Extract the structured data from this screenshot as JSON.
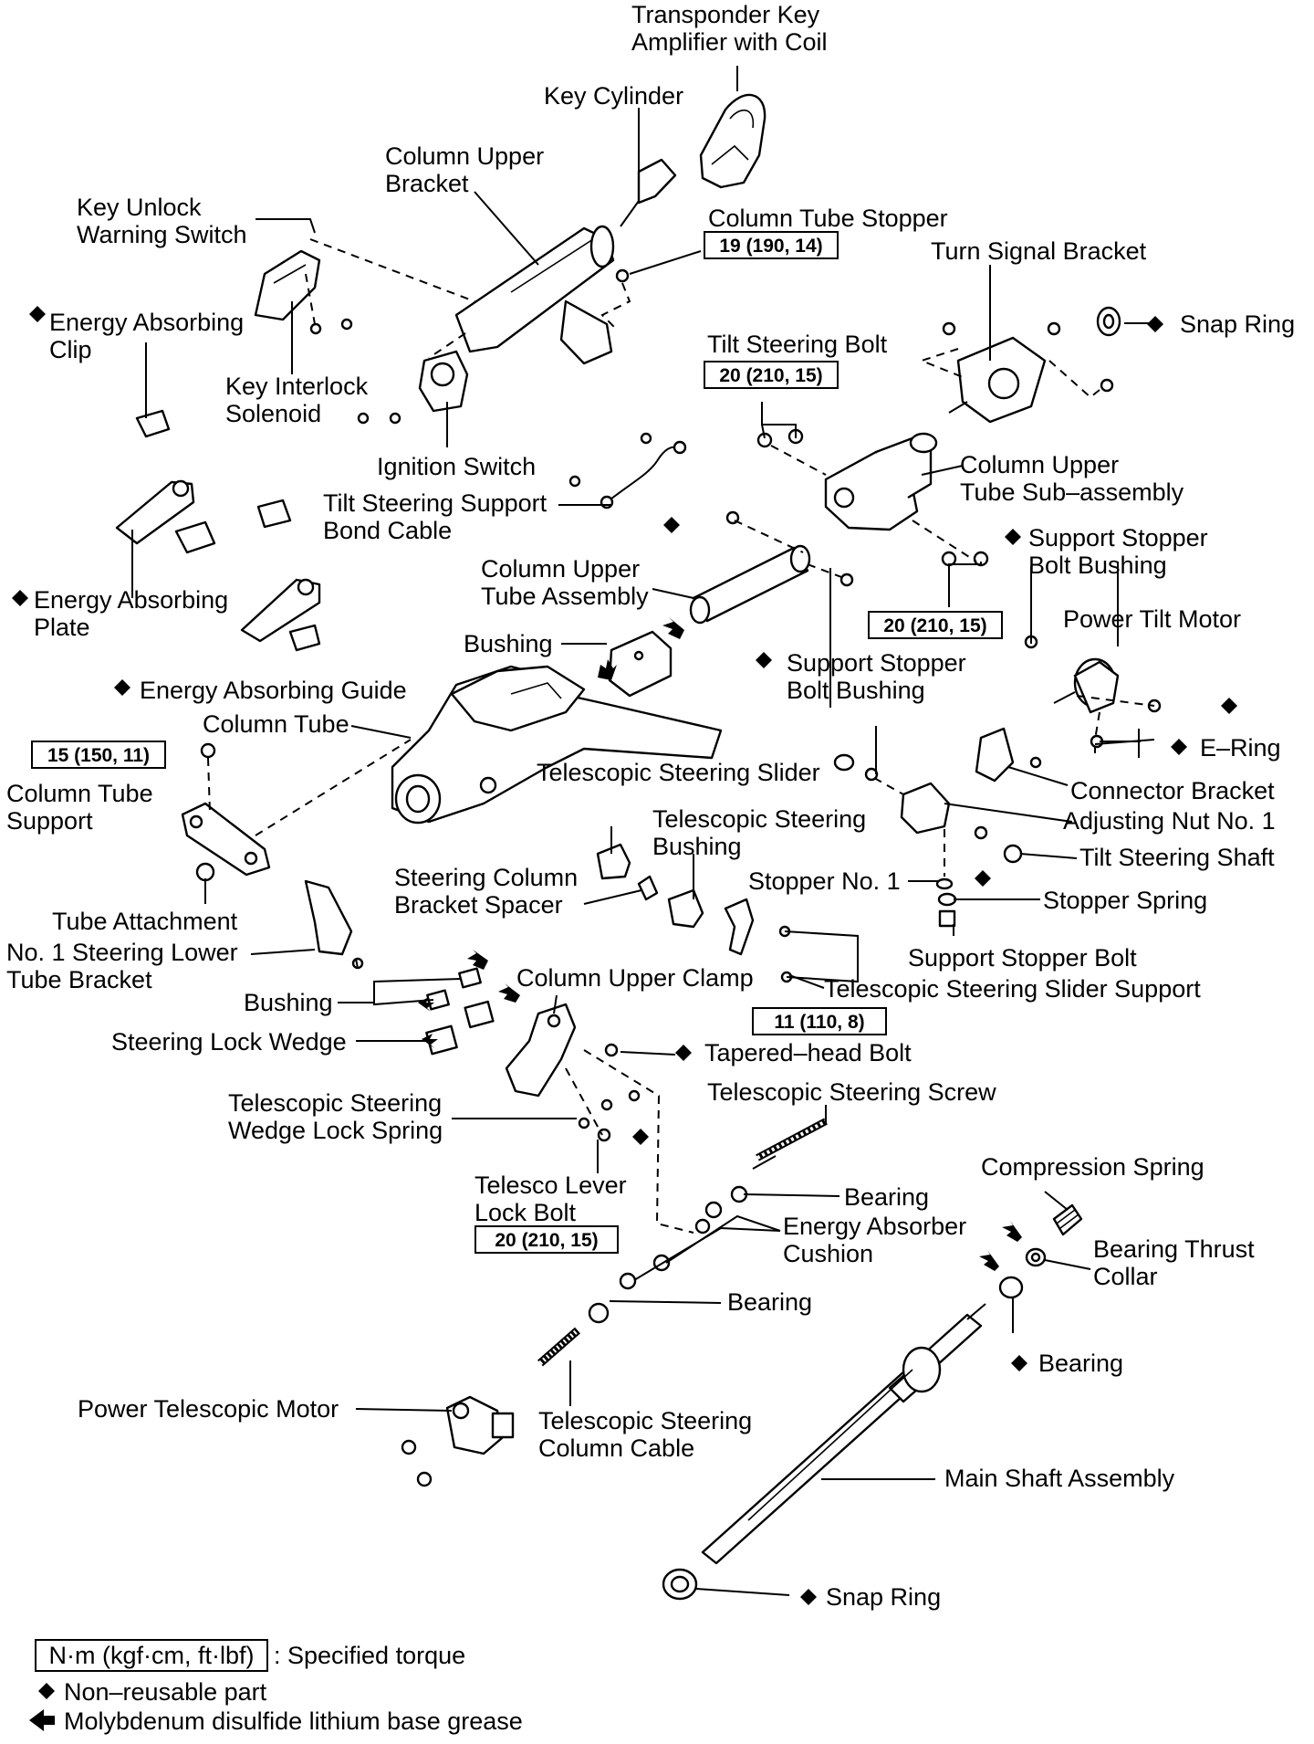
{
  "diagram": {
    "labels": {
      "transponder_key_amplifier": [
        "Transponder Key",
        "Amplifier with Coil"
      ],
      "key_cylinder": [
        "Key Cylinder"
      ],
      "column_upper_bracket": [
        "Column Upper",
        "Bracket"
      ],
      "key_unlock_warning_switch": [
        "Key Unlock",
        "Warning Switch"
      ],
      "column_tube_stopper": [
        "Column Tube Stopper"
      ],
      "turn_signal_bracket": [
        "Turn Signal Bracket"
      ],
      "snap_ring_top": [
        "Snap Ring"
      ],
      "energy_absorbing_clip": [
        "Energy Absorbing",
        "Clip"
      ],
      "key_interlock_solenoid": [
        "Key Interlock",
        "Solenoid"
      ],
      "tilt_steering_bolt": [
        "Tilt Steering Bolt"
      ],
      "ignition_switch": [
        "Ignition Switch"
      ],
      "column_upper_tube_sub_assembly": [
        "Column Upper",
        "Tube Sub–assembly"
      ],
      "tilt_steering_support_bond_cable": [
        "Tilt Steering Support",
        "Bond Cable"
      ],
      "support_stopper_bolt_bushing_right": [
        "Support Stopper",
        "Bolt Bushing"
      ],
      "column_upper_tube_assembly": [
        "Column Upper",
        "Tube Assembly"
      ],
      "energy_absorbing_plate": [
        "Energy Absorbing",
        "Plate"
      ],
      "power_tilt_motor": [
        "Power Tilt Motor"
      ],
      "bushing_upper": [
        "Bushing"
      ],
      "support_stopper_bolt_bushing_mid": [
        "Support Stopper",
        "Bolt Bushing"
      ],
      "energy_absorbing_guide": [
        "Energy Absorbing Guide"
      ],
      "column_tube": [
        "Column Tube"
      ],
      "e_ring": [
        "E–Ring"
      ],
      "telescopic_steering_slider": [
        "Telescopic Steering Slider"
      ],
      "column_tube_support": [
        "Column Tube",
        "Support"
      ],
      "connector_bracket": [
        "Connector Bracket"
      ],
      "adjusting_nut_no1": [
        "Adjusting Nut No. 1"
      ],
      "telescopic_steering_bushing": [
        "Telescopic Steering",
        "Bushing"
      ],
      "tilt_steering_shaft": [
        "Tilt Steering Shaft"
      ],
      "steering_column_bracket_spacer": [
        "Steering Column",
        "Bracket Spacer"
      ],
      "stopper_no1": [
        "Stopper No. 1"
      ],
      "stopper_spring": [
        "Stopper Spring"
      ],
      "tube_attachment": [
        "Tube Attachment"
      ],
      "no1_steering_lower_tube_bracket": [
        "No. 1 Steering Lower",
        "Tube Bracket"
      ],
      "support_stopper_bolt": [
        "Support Stopper Bolt"
      ],
      "column_upper_clamp": [
        "Column Upper Clamp"
      ],
      "telescopic_steering_slider_support": [
        "Telescopic Steering Slider Support"
      ],
      "bushing_lower": [
        "Bushing"
      ],
      "steering_lock_wedge": [
        "Steering Lock Wedge"
      ],
      "tapered_head_bolt": [
        "Tapered–head Bolt"
      ],
      "telescopic_steering_screw": [
        "Telescopic Steering Screw"
      ],
      "telescopic_steering_wedge_lock_spring": [
        "Telescopic Steering",
        "Wedge Lock Spring"
      ],
      "compression_spring": [
        "Compression Spring"
      ],
      "telesco_lever_lock_bolt": [
        "Telesco Lever",
        "Lock Bolt"
      ],
      "bearing_1": [
        "Bearing"
      ],
      "energy_absorber_cushion": [
        "Energy Absorber",
        "Cushion"
      ],
      "bearing_thrust_collar": [
        "Bearing Thrust",
        "Collar"
      ],
      "bearing_2": [
        "Bearing"
      ],
      "bearing_3": [
        "Bearing"
      ],
      "power_telescopic_motor": [
        "Power Telescopic Motor"
      ],
      "telescopic_steering_column_cable": [
        "Telescopic Steering",
        "Column Cable"
      ],
      "main_shaft_assembly": [
        "Main Shaft Assembly"
      ],
      "snap_ring_bottom": [
        "Snap Ring"
      ]
    },
    "torques": {
      "column_tube_stopper": "19 (190, 14)",
      "tilt_steering_bolt": "20 (210, 15)",
      "column_upper_tube_sub": "20 (210, 15)",
      "column_tube_support": "15 (150, 11)",
      "slider_support": "11 (110, 8)",
      "telesco_lever_lock_bolt": "20 (210, 15)"
    },
    "legend": {
      "torque_unit": "N·m (kgf·cm, ft·lbf)",
      "torque_text": ": Specified torque",
      "non_reusable": "Non–reusable part",
      "grease": "Molybdenum disulfide lithium base grease"
    }
  }
}
